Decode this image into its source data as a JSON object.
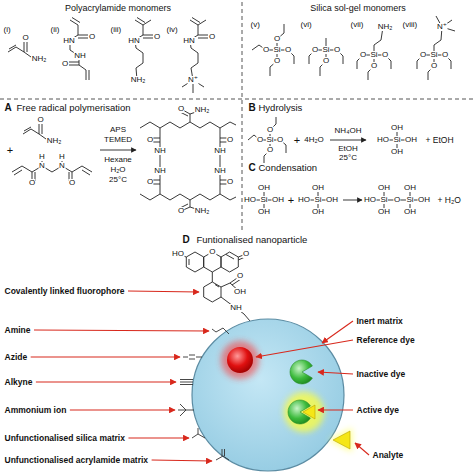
{
  "diagram": {
    "labels": [
      "Polyacrylamide monomers",
      "Silica sol-gel monomers",
      "(i)",
      "O",
      "NH₂",
      "(ii)",
      "O",
      "HN",
      "NH",
      "O",
      "(iii)",
      "O",
      "HN",
      "NH₂",
      "(iv)",
      "O",
      "HN",
      "N⁺",
      "(v)",
      "Si",
      "O",
      "O",
      "O",
      "O",
      "(vi)",
      "Si",
      "O",
      "O",
      "O",
      "(vii)",
      "Si",
      "O",
      "O",
      "O",
      "NH₂",
      "(viii)",
      "Si",
      "O",
      "O",
      "O",
      "N⁺",
      "A",
      "Free radical polymerisation",
      "O",
      "NH₂",
      "+",
      "N",
      "H",
      "N",
      "H",
      "O",
      "O",
      "APS",
      "TEMED",
      "Hexane",
      "H₂O",
      "25°C",
      "O",
      "NH",
      "NH",
      "O",
      "O",
      "NH",
      "NH",
      "O",
      "O",
      "NH₂",
      "O",
      "NH₂",
      "B",
      "Hydrolysis",
      "Si",
      "O",
      "O",
      "O",
      "O",
      "+",
      "4H₂O",
      "NH₄OH",
      "EtOH",
      "25°C",
      "HO",
      "Si",
      "OH",
      "OH",
      "OH",
      "+ EtOH",
      "C",
      "Condensation",
      "HO",
      "Si",
      "OH",
      "OH",
      "OH",
      "+",
      "HO",
      "Si",
      "OH",
      "OH",
      "OH",
      "HO",
      "Si",
      "O",
      "Si",
      "OH",
      "OH",
      "OH",
      "OH",
      "OH",
      "+ H₂O",
      "D",
      "Funtionalised nanoparticle",
      "HO",
      "O",
      "O",
      "O",
      "OH",
      "NH",
      "Covalently linked fluorophore",
      "Amine",
      "Azide",
      "Alkyne",
      "Ammonium ion",
      "Unfunctionalised silica matrix",
      "Unfunctionalised acrylamide matrix",
      "Inert matrix",
      "Reference dye",
      "Inactive dye",
      "Active dye",
      "Analyte"
    ]
  }
}
